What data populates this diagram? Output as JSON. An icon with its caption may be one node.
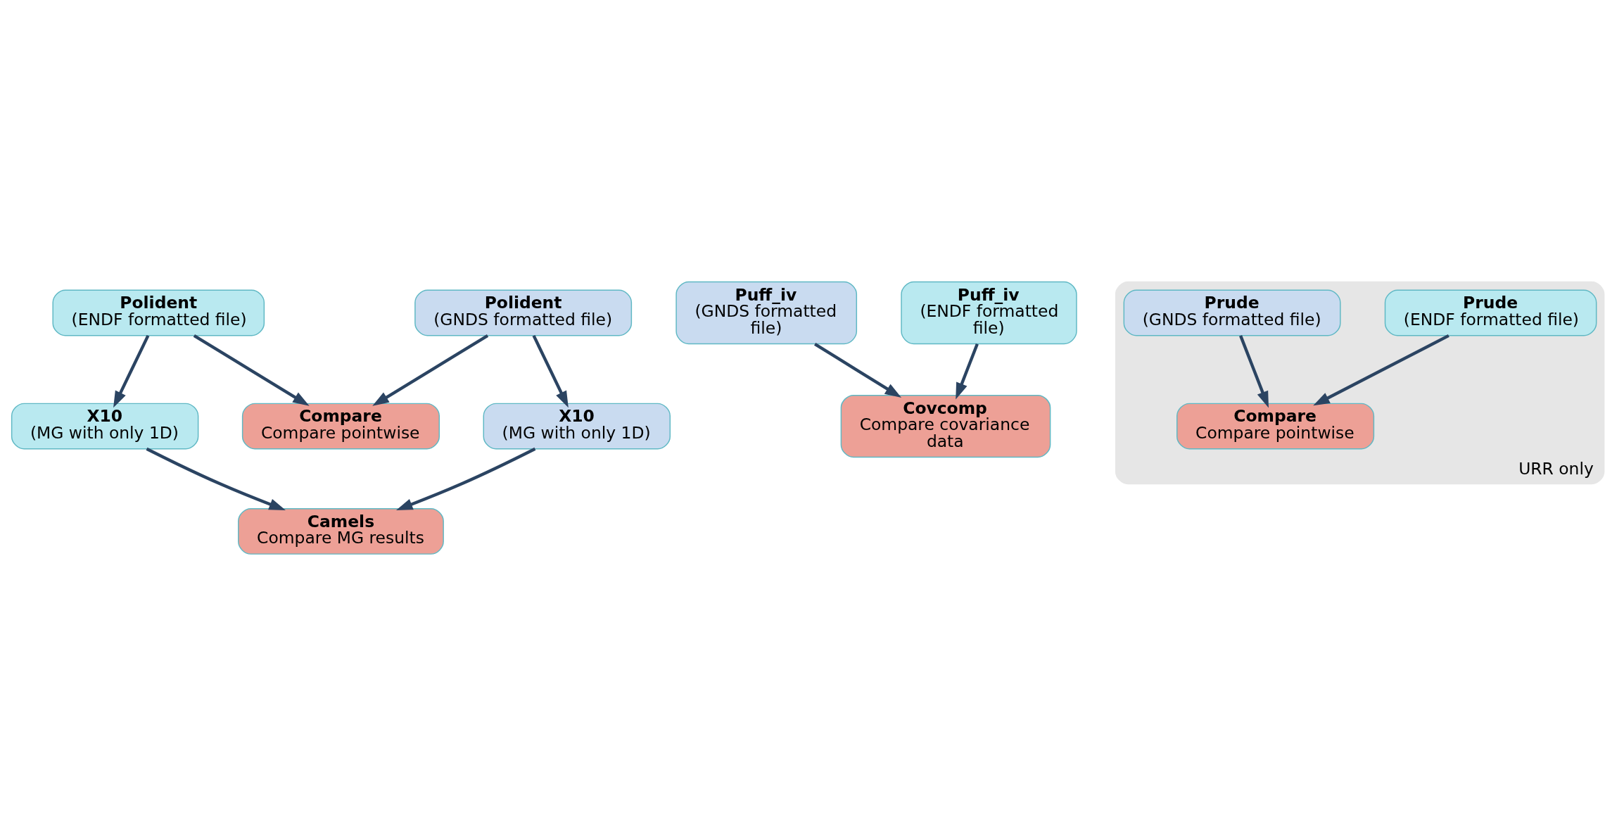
{
  "diagram": {
    "nodes": [
      {
        "text": [
          "Polident",
          "(ENDF formatted file)"
        ]
      },
      {
        "text": [
          "Polident",
          "(GNDS formatted file)"
        ]
      },
      {
        "text": [
          "Compare",
          "Compare pointwise"
        ]
      },
      {
        "text": [
          "X10",
          "(MG with only 1D)"
        ]
      },
      {
        "text": [
          "X10",
          "(MG with only 1D)"
        ]
      },
      {
        "text": [
          "Camels",
          "Compare MG results"
        ]
      },
      {
        "text": [
          "Puff_iv",
          "(GNDS formatted file)"
        ]
      },
      {
        "text": [
          "Puff_iv",
          "(ENDF formatted file)"
        ]
      },
      {
        "text": [
          "Covcomp",
          "Compare covariance data"
        ]
      },
      {
        "text": [
          "URR only"
        ]
      },
      {
        "text": [
          "Prude",
          "(ENDF formatted file)"
        ],
        "in": 9
      },
      {
        "text": [
          "Prude",
          "(GNDS formatted file)"
        ],
        "in": 9
      },
      {
        "text": [
          "Compare",
          "Compare pointwise"
        ],
        "in": 9
      }
    ],
    "edges": [
      {
        "from": 0,
        "to": 2,
        "arrow": "to"
      },
      {
        "from": 1,
        "to": 2,
        "arrow": "to"
      },
      {
        "from": 0,
        "to": 3,
        "arrow": "to"
      },
      {
        "from": 1,
        "to": 4,
        "arrow": "to"
      },
      {
        "from": 3,
        "to": 5,
        "arrow": "to"
      },
      {
        "from": 4,
        "to": 5,
        "arrow": "to"
      },
      {
        "from": 6,
        "to": 8,
        "arrow": "to"
      },
      {
        "from": 7,
        "to": 8,
        "arrow": "to"
      },
      {
        "from": 10,
        "to": 12,
        "arrow": "to"
      },
      {
        "from": 11,
        "to": 12,
        "arrow": "to"
      }
    ]
  }
}
